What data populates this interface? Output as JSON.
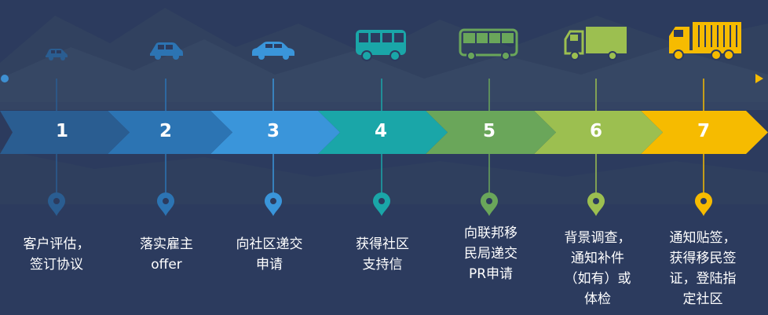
{
  "steps": [
    {
      "number": "1",
      "color": "#2a5d91",
      "icon": "small-car-icon",
      "label": [
        "客户评估，",
        "签订协议"
      ]
    },
    {
      "number": "2",
      "color": "#2c74b3",
      "icon": "car-icon",
      "label": [
        "落实雇主",
        "offer"
      ]
    },
    {
      "number": "3",
      "color": "#3a95da",
      "icon": "sedan-icon",
      "label": [
        "向社区递交",
        "申请"
      ]
    },
    {
      "number": "4",
      "color": "#1aa6a8",
      "icon": "bus-icon",
      "label": [
        "获得社区",
        "支持信"
      ]
    },
    {
      "number": "5",
      "color": "#6aa65a",
      "icon": "coach-icon",
      "label": [
        "向联邦移",
        "民局递交",
        "PR申请"
      ]
    },
    {
      "number": "6",
      "color": "#9cbf50",
      "icon": "truck-icon",
      "label": [
        "背景调查，",
        "通知补件",
        "（如有）或",
        "体检"
      ]
    },
    {
      "number": "7",
      "color": "#f6bb00",
      "icon": "container-truck-icon",
      "label": [
        "通知贴签，",
        "获得移民签",
        "证，登陆指",
        "定社区"
      ]
    }
  ]
}
